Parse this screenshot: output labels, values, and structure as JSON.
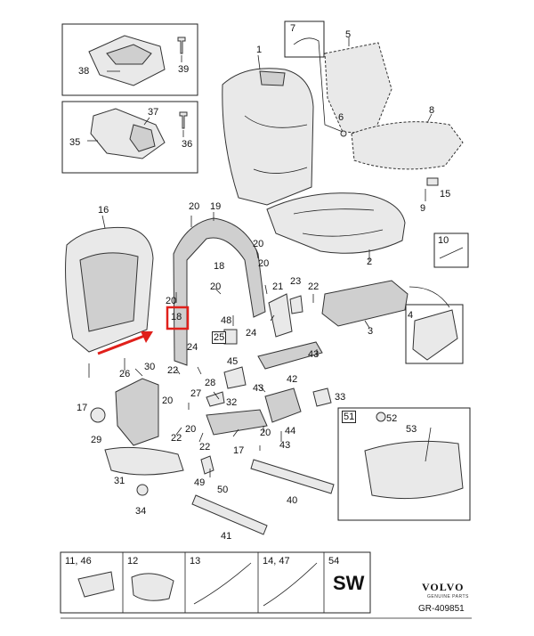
{
  "callouts": [
    {
      "id": "c1",
      "text": "1"
    },
    {
      "id": "c2",
      "text": "2"
    },
    {
      "id": "c3",
      "text": "3"
    },
    {
      "id": "c4",
      "text": "4"
    },
    {
      "id": "c5",
      "text": "5"
    },
    {
      "id": "c6",
      "text": "6"
    },
    {
      "id": "c7",
      "text": "7"
    },
    {
      "id": "c8",
      "text": "8"
    },
    {
      "id": "c9",
      "text": "9"
    },
    {
      "id": "c10",
      "text": "10"
    },
    {
      "id": "c15",
      "text": "15"
    },
    {
      "id": "c16",
      "text": "16"
    },
    {
      "id": "c17a",
      "text": "17"
    },
    {
      "id": "c17b",
      "text": "17"
    },
    {
      "id": "c18a",
      "text": "18"
    },
    {
      "id": "c18b",
      "text": "18"
    },
    {
      "id": "c19",
      "text": "19"
    },
    {
      "id": "c20a",
      "text": "20"
    },
    {
      "id": "c20b",
      "text": "20"
    },
    {
      "id": "c20c",
      "text": "20"
    },
    {
      "id": "c20d",
      "text": "20"
    },
    {
      "id": "c20e",
      "text": "20"
    },
    {
      "id": "c20f",
      "text": "20"
    },
    {
      "id": "c20g",
      "text": "20"
    },
    {
      "id": "c20h",
      "text": "20"
    },
    {
      "id": "c21",
      "text": "21"
    },
    {
      "id": "c22a",
      "text": "22"
    },
    {
      "id": "c22b",
      "text": "22"
    },
    {
      "id": "c22c",
      "text": "22"
    },
    {
      "id": "c22d",
      "text": "22"
    },
    {
      "id": "c23",
      "text": "23"
    },
    {
      "id": "c24a",
      "text": "24"
    },
    {
      "id": "c24b",
      "text": "24"
    },
    {
      "id": "c25",
      "text": "25"
    },
    {
      "id": "c26",
      "text": "26"
    },
    {
      "id": "c27",
      "text": "27"
    },
    {
      "id": "c28",
      "text": "28"
    },
    {
      "id": "c29",
      "text": "29"
    },
    {
      "id": "c30",
      "text": "30"
    },
    {
      "id": "c31",
      "text": "31"
    },
    {
      "id": "c32",
      "text": "32"
    },
    {
      "id": "c33",
      "text": "33"
    },
    {
      "id": "c34",
      "text": "34"
    },
    {
      "id": "c35",
      "text": "35"
    },
    {
      "id": "c36",
      "text": "36"
    },
    {
      "id": "c37",
      "text": "37"
    },
    {
      "id": "c38",
      "text": "38"
    },
    {
      "id": "c39",
      "text": "39"
    },
    {
      "id": "c40",
      "text": "40"
    },
    {
      "id": "c41",
      "text": "41"
    },
    {
      "id": "c42",
      "text": "42"
    },
    {
      "id": "c43a",
      "text": "43"
    },
    {
      "id": "c43b",
      "text": "43"
    },
    {
      "id": "c43c",
      "text": "43"
    },
    {
      "id": "c44",
      "text": "44"
    },
    {
      "id": "c45",
      "text": "45"
    },
    {
      "id": "c48",
      "text": "48"
    },
    {
      "id": "c49",
      "text": "49"
    },
    {
      "id": "c50",
      "text": "50"
    },
    {
      "id": "c51",
      "text": "51"
    },
    {
      "id": "c52",
      "text": "52"
    },
    {
      "id": "c53",
      "text": "53"
    }
  ],
  "strip": {
    "cells": [
      {
        "label": "11, 46"
      },
      {
        "label": "12"
      },
      {
        "label": "13"
      },
      {
        "label": "14, 47"
      },
      {
        "label": "54"
      }
    ],
    "sw_text": "SW"
  },
  "brand": {
    "name": "VOLVO",
    "tagline": "GENUINE PARTS",
    "reference": "GR-409851"
  },
  "colors": {
    "highlight": "#e0201b",
    "line": "#222222"
  }
}
